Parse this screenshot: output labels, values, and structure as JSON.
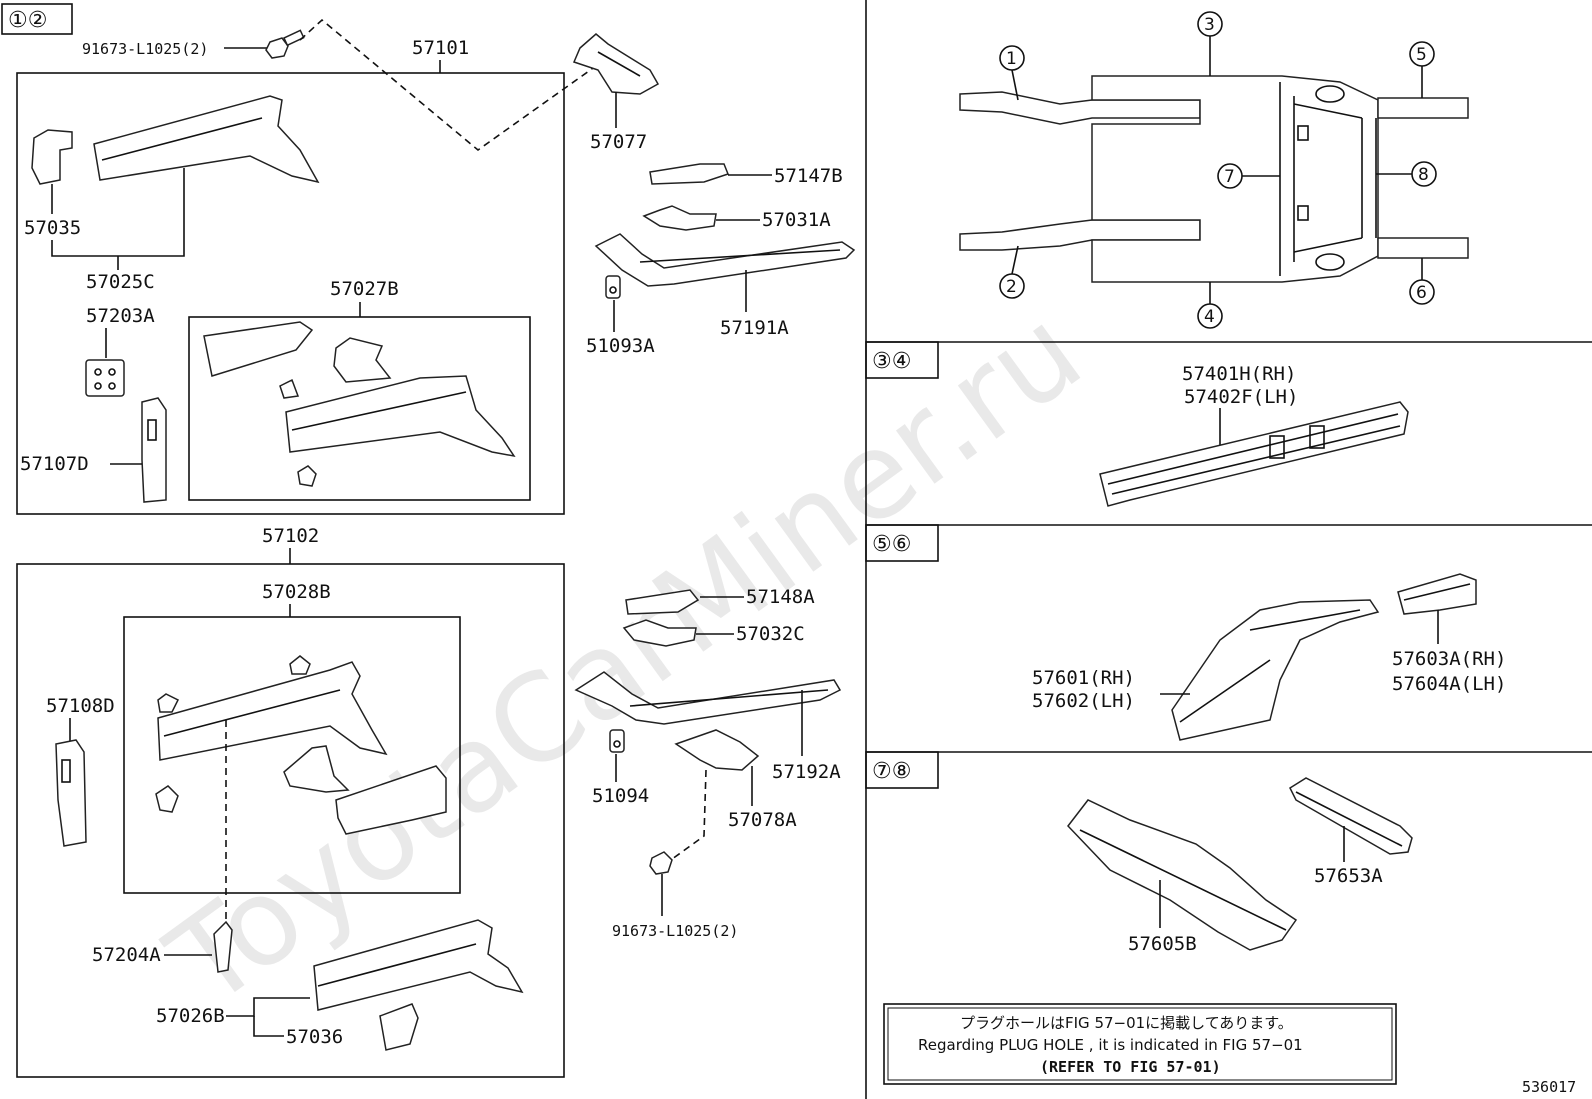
{
  "watermark": "ToyotaCarMiner.ru",
  "figure_id": "536017",
  "panels": {
    "left_top_tag": "①②",
    "right_34_tag": "③④",
    "right_56_tag": "⑤⑥",
    "right_78_tag": "⑦⑧"
  },
  "overview_markers": [
    "①",
    "②",
    "③",
    "④",
    "⑤",
    "⑥",
    "⑦",
    "⑧"
  ],
  "parts": {
    "bolt_top": "91673-L1025(2)",
    "p57101": "57101",
    "p57077": "57077",
    "p57147B": "57147B",
    "p57031A": "57031A",
    "p57191A": "57191A",
    "p51093A": "51093A",
    "p57035": "57035",
    "p57025C": "57025C",
    "p57203A": "57203A",
    "p57107D": "57107D",
    "p57027B": "57027B",
    "p57102": "57102",
    "p57028B": "57028B",
    "p57108D": "57108D",
    "p57204A": "57204A",
    "p57026B": "57026B",
    "p57036": "57036",
    "p57148A": "57148A",
    "p57032C": "57032C",
    "p57192A": "57192A",
    "p51094": "51094",
    "p57078A": "57078A",
    "bolt_bottom": "91673-L1025(2)",
    "p57401H": "57401H(RH)",
    "p57402F": "57402F(LH)",
    "p57601": "57601(RH)",
    "p57602": "57602(LH)",
    "p57603A": "57603A(RH)",
    "p57604A": "57604A(LH)",
    "p57653A": "57653A",
    "p57605B": "57605B"
  },
  "note": {
    "line1": "プラグホールはFIG 57−01に掲載してあります。",
    "line2": "Regarding  PLUG HOLE , it is indicated in FIG 57−01",
    "line3": "(REFER TO FIG 57-01)"
  }
}
